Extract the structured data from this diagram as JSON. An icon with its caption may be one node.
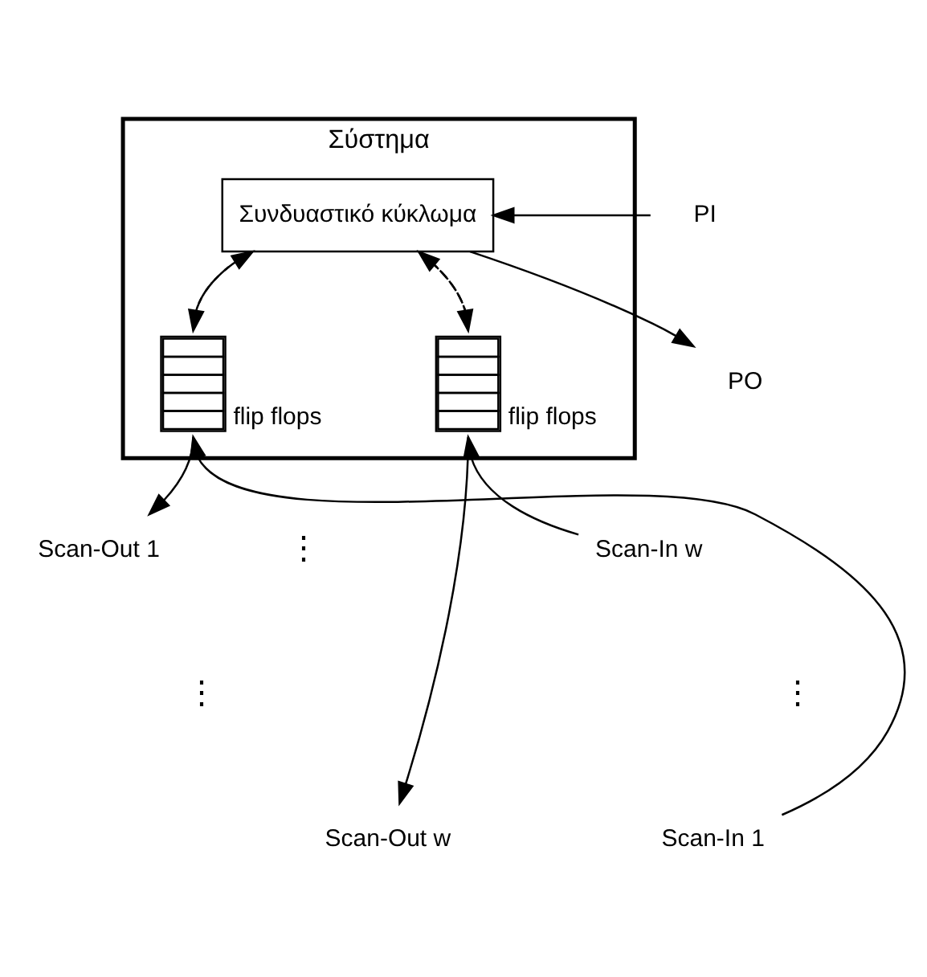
{
  "diagram": {
    "nodes": [
      {
        "text": [
          "Σύστημα"
        ]
      },
      {
        "text": [
          "PI"
        ]
      },
      {
        "text": [
          "Συνδυαστικό κύκλωμα"
        ],
        "in": 0
      },
      {
        "text": [
          "PO"
        ]
      },
      {
        "text": [],
        "shape": "box",
        "in": 0,
        "beside": [
          "flip flops"
        ]
      },
      {
        "text": [],
        "shape": "box",
        "in": 0,
        "beside": [
          "flip flops"
        ]
      },
      {
        "text": [
          "Scan-Out 1"
        ]
      },
      {
        "text": [
          "Scan-Out w"
        ]
      },
      {
        "text": [
          "Scan-In w"
        ]
      },
      {
        "text": [
          "Scan-In 1"
        ]
      }
    ],
    "edges": [
      {
        "from": 1,
        "to": 2,
        "arrow": "to"
      },
      {
        "from": 2,
        "to": 3,
        "arrow": "to"
      },
      {
        "from": 2,
        "to": 4,
        "arrow": "to",
        "style": "dashed"
      },
      {
        "from": 4,
        "to": 2,
        "arrow": "to",
        "style": "dashed"
      },
      {
        "from": 2,
        "to": 5,
        "arrow": "to",
        "style": "dashed"
      },
      {
        "from": 5,
        "to": 2,
        "arrow": "to",
        "style": "dashed"
      },
      {
        "from": 9,
        "to": 4,
        "arrow": "to"
      },
      {
        "from": 8,
        "to": 5,
        "arrow": "to"
      },
      {
        "from": 4,
        "to": 6,
        "arrow": "to"
      },
      {
        "from": 5,
        "to": 7,
        "arrow": "to"
      }
    ],
    "labels": [
      "⋮",
      "⋮",
      "⋮"
    ]
  }
}
